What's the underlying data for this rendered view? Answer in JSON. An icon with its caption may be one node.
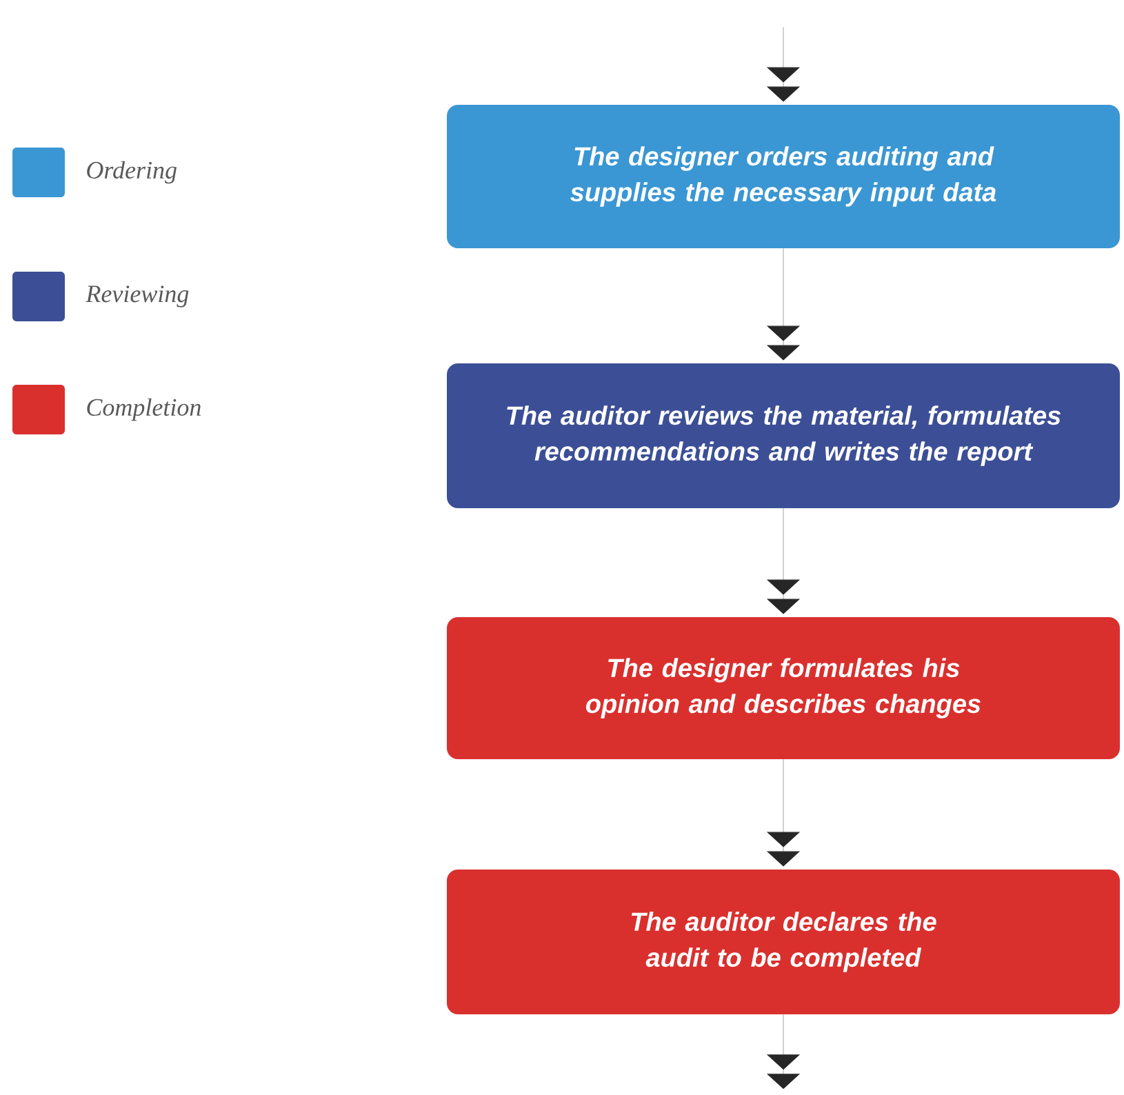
{
  "diagram": {
    "nodes": [
      {
        "text": [
          "The designer orders auditing and supplies the necessary input data"
        ]
      },
      {
        "text": [
          "The auditor reviews the material, formulates recommendations and writes the report"
        ]
      },
      {
        "text": [
          "The designer formulates his opinion and describes changes"
        ]
      },
      {
        "text": [
          "The auditor declares the audit to be completed"
        ]
      }
    ],
    "edges": [
      {
        "from": null,
        "to": 0,
        "arrow": "to"
      },
      {
        "from": 0,
        "to": 1,
        "arrow": "to"
      },
      {
        "from": 1,
        "to": 2,
        "arrow": "to"
      },
      {
        "from": 2,
        "to": 3,
        "arrow": "to"
      },
      {
        "from": 3,
        "to": null,
        "arrow": "to"
      }
    ],
    "legend": [
      {
        "text": "Ordering",
        "color": "#3a97d3"
      },
      {
        "text": "Reviewing",
        "color": "#3c4f96"
      },
      {
        "text": "Completion",
        "color": "#d9302e"
      }
    ]
  }
}
